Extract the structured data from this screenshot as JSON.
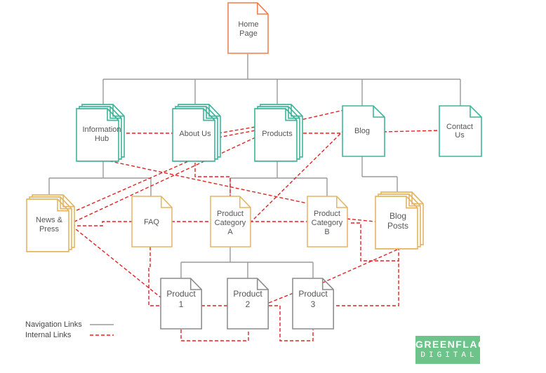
{
  "colors": {
    "home": "#f07a4a",
    "level1": "#3fb59b",
    "level2": "#e3b565",
    "level3": "#8c8c8c",
    "navigation_line": "#9a9a9a",
    "internal_link": "#e02424"
  },
  "pages": {
    "home": "Home Page",
    "information_hub": "Information Hub",
    "about_us": "About Us",
    "products": "Products",
    "blog": "Blog",
    "contact_us": "Contact Us",
    "news_press": "News & Press",
    "faq": "FAQ",
    "product_category_a": "Product Category A",
    "product_category_b": "Product Category B",
    "blog_posts": "Blog Posts",
    "product_1": "Product 1",
    "product_2": "Product 2",
    "product_3": "Product 3"
  },
  "legend": {
    "navigation": "Navigation Links",
    "internal": "Internal Links"
  },
  "logo": {
    "line1": "GREENFLAG",
    "line2": "DIGITAL"
  }
}
